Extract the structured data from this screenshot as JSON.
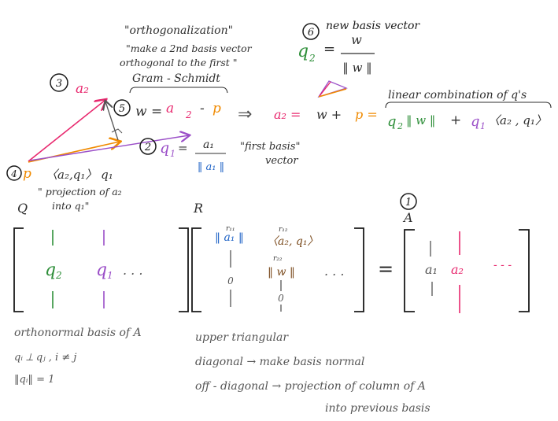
{
  "colors": {
    "ink": "#2f2f2f",
    "pink": "#e8286e",
    "orange": "#f08a00",
    "purple": "#9b4fc8",
    "green": "#2f8f3a",
    "blue": "#1f63c6",
    "brown": "#7a4a1c",
    "gray": "#555555"
  },
  "notes": {
    "orthogonalization": "\"orthogonalization\"",
    "make_second_l1": "\"make a 2nd basis vector",
    "make_second_l2": "orthogonal to the first \"",
    "gram_schmidt": "Gram - Schmidt",
    "new_basis_vector": "new basis vector",
    "linear_combination": "linear combination of q's",
    "first_basis_l1": "\"first basis\"",
    "first_basis_l2": "vector",
    "projection_l1": "\" projection of a₂",
    "projection_l2": "into q₁\""
  },
  "steps": {
    "s1": "1",
    "s2": "2",
    "s3": "3",
    "s4": "4",
    "s5": "5",
    "s6": "6"
  },
  "symbols": {
    "a2": "a₂",
    "q2": "q",
    "q2_sub": "2",
    "w_norm": "‖ w ‖",
    "w_eq": "w =",
    "a_sub": "a",
    "two": "2",
    "minus": "-",
    "p": "p",
    "implies": "⇒",
    "a2_eq": "a₂ =",
    "w_plus": "w  +",
    "p_eq": "p =",
    "plus": "+",
    "q1": "q",
    "q1_sub": "1",
    "q1_eq": "=",
    "a1_top": "a₁",
    "a1_norm": "‖ a₁ ‖",
    "q2_eq": "=",
    "w_top": "w",
    "w_bottom": "‖ w ‖",
    "proj_inner": "〈a₂,q₁〉 q₁",
    "inner_q": "〈a₂ , q₁〉"
  },
  "matrices": {
    "Q": "Q",
    "R": "R",
    "A": "A",
    "q": "q",
    "sub2": "2",
    "sub1": "1",
    "dots": ". . .",
    "r11": "r₁₁",
    "r12": "r₁₂",
    "r22": "r₂₂",
    "a1_norm": "‖ a₁ ‖",
    "inner": "〈a₂, q₁〉",
    "w_norm": "‖ w ‖",
    "zero": "0",
    "equals": "=",
    "a1": "a₁",
    "a2": "a₂",
    "dashes": "- - -"
  },
  "bottom": {
    "orthonormal": "orthonormal basis of A",
    "qi_perp": "qᵢ ⟂ qⱼ  ,  i ≠ j",
    "qi_norm": "‖qᵢ‖ = 1",
    "upper_triangular": "upper triangular",
    "diagonal": "diagonal → make basis normal",
    "off_diagonal": "off - diagonal → projection of column of A",
    "into_previous": "into previous basis"
  }
}
